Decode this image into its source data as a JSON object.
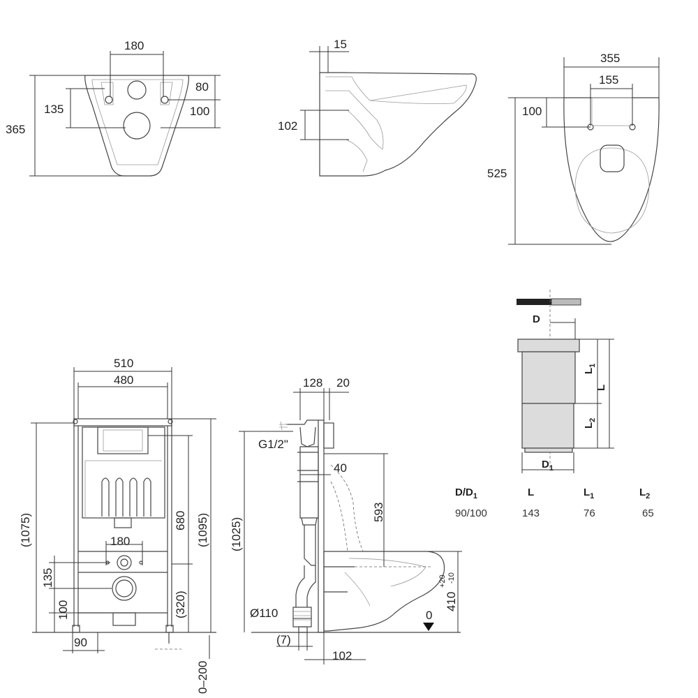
{
  "top_front": {
    "w_holes": "180",
    "h_top": "80",
    "h_holes": "135",
    "h_mid": "100",
    "h_total": "365"
  },
  "top_side": {
    "w_edge": "15",
    "h_outlet": "102"
  },
  "top_plan": {
    "w_total": "355",
    "w_holes": "155",
    "h_holes": "100",
    "h_total": "525"
  },
  "frame_front": {
    "w_outer": "510",
    "w_inner": "480",
    "h_left": "(1075)",
    "h_right": "(1095)",
    "h_button": "680",
    "w_bowl": "180",
    "h_135": "135",
    "h_100": "100",
    "h_320": "(320)",
    "w_90": "90",
    "h_floor": "0–200"
  },
  "frame_side": {
    "w_128": "128",
    "w_20": "20",
    "connection": "G1/2\"",
    "h_1025": "(1025)",
    "w_40": "40",
    "h_593": "593",
    "pipe": "Ø110",
    "w_7": "(7)",
    "w_102": "102",
    "zero": "0",
    "h_410": "410",
    "tol_plus": "+20",
    "tol_minus": "-10"
  },
  "pipe": {
    "label_d": "D",
    "label_d1": "D",
    "label_l": "L",
    "label_l1": "L",
    "label_l2": "L"
  },
  "table": {
    "headers": [
      "D/D",
      "L",
      "L",
      "L"
    ],
    "subs": [
      "1",
      "",
      "1",
      "2"
    ],
    "rows": [
      [
        "90/100",
        "143",
        "76",
        "65"
      ]
    ]
  }
}
